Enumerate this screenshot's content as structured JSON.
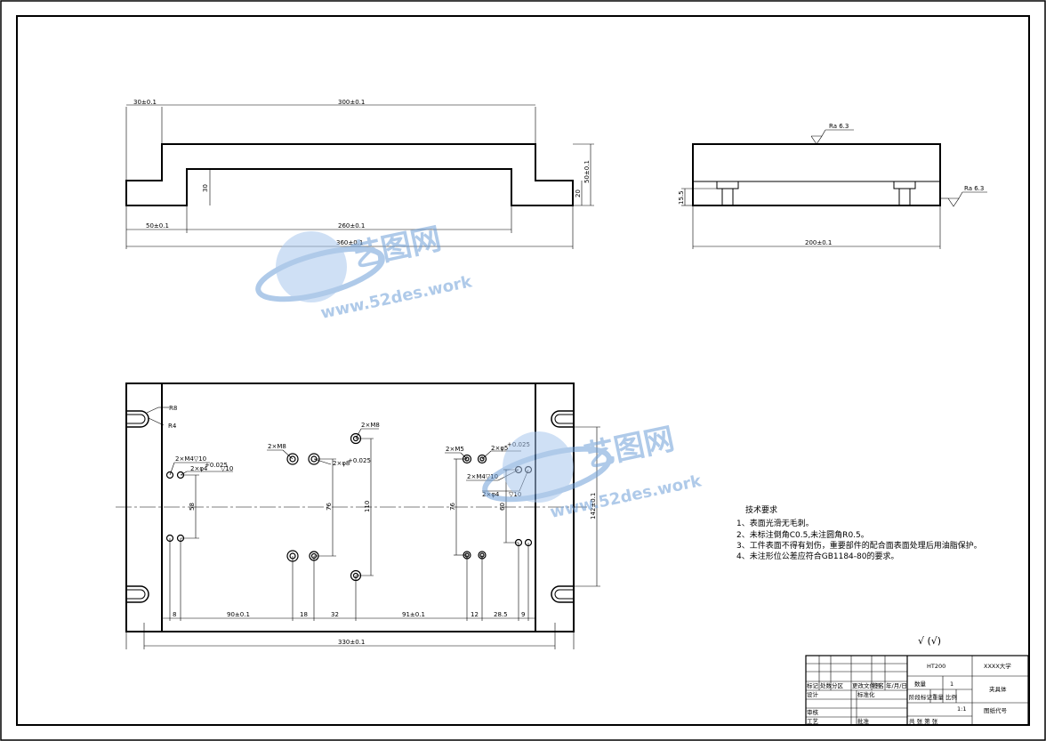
{
  "drawing": {
    "front_view": {
      "dims": {
        "d30": "30±0.1",
        "d300": "300±0.1",
        "d50v": "50±0.1",
        "d20": "20",
        "d30v": "30",
        "d50h": "50±0.1",
        "d260": "260±0.1",
        "d360": "360±0.1"
      }
    },
    "side_view": {
      "roughness_top": "Ra 6.3",
      "roughness_right": "Ra 6.3",
      "d15_5": "15.5",
      "d200": "200±0.1"
    },
    "top_view": {
      "labels": {
        "r8": "R8",
        "r4": "R4",
        "m4": "2×M4▽10",
        "phi4": "2×φ4",
        "phi4_tol": "+0.025",
        "phi4_depth": "▽10",
        "m8a": "2×M8",
        "phi8": "2×φ8",
        "phi8_tol": "+0.025",
        "m8b": "2×M8",
        "m5": "2×M5",
        "phi5": "2×φ5",
        "phi5_tol": "+0.025",
        "m4b": "2×M4▽10",
        "phi4b": "2×φ4",
        "phi4b_depth": "▽10"
      },
      "dims": {
        "d58": "58",
        "d76a": "76",
        "d110": "110",
        "d76b": "76",
        "d60": "60",
        "d142": "142±0.1",
        "d8a": "8",
        "d90": "90±0.1",
        "d18": "18",
        "d32": "32",
        "d91": "91±0.1",
        "d12": "12",
        "d28": "28.5",
        "d9": "9",
        "d330": "330±0.1"
      }
    },
    "tech_req": {
      "title": "技术要求",
      "items": [
        "1、表面光滑无毛刺。",
        "2、未标注倒角C0.5,未注圆角R0.5。",
        "3、工件表面不得有划伤，重要部件的配合面表面处理后用油脂保护。",
        "4、未注形位公差应符合GB1184-80的要求。"
      ]
    },
    "surface_note": "√ (√)",
    "title_block": {
      "material": "HT200",
      "school": "XXXX大学",
      "qty_label": "数量",
      "qty": "1",
      "part_name": "夹具体",
      "stage_label": "阶段标记",
      "weight_label": "重量",
      "scale_label": "比例",
      "scale": "1:1",
      "drawing_no": "图纸代号",
      "row_labels": [
        "标记",
        "处数",
        "分区",
        "更改文件号",
        "签名",
        "年/月/日"
      ],
      "design": "设计",
      "std": "标准化",
      "review": "审核",
      "process": "工艺",
      "approve": "批准",
      "sheet": "共 张 第 张"
    }
  },
  "watermark": {
    "brand": "艺图网",
    "url": "www.52des.work",
    "color": "#6f9fd8"
  }
}
